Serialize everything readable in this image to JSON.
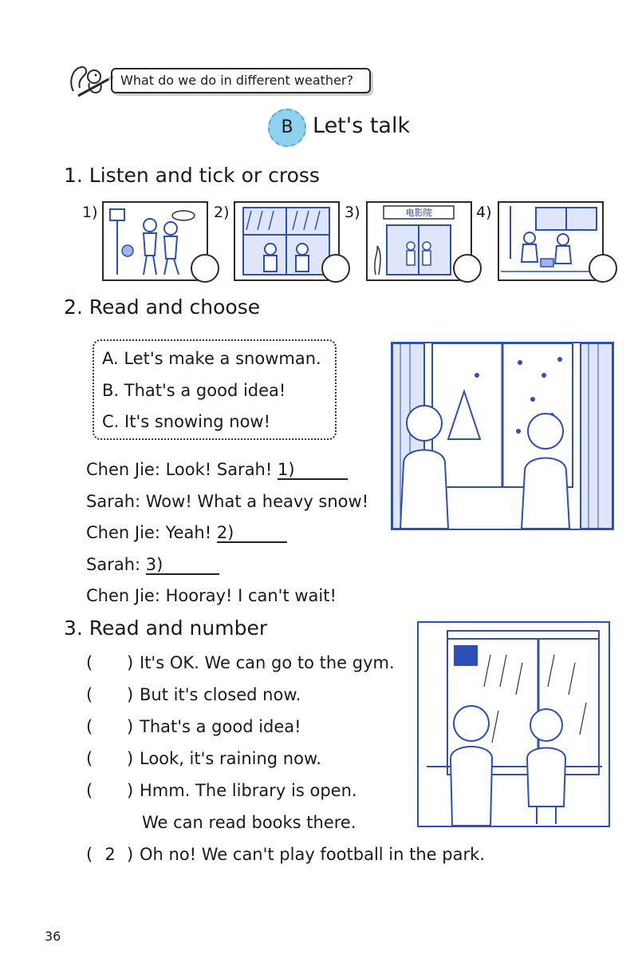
{
  "header": {
    "title": "What do we do in different weather?"
  },
  "section": {
    "badge": "B",
    "title": "Let's talk"
  },
  "part1": {
    "heading": "1. Listen and tick or cross",
    "items": [
      {
        "num": "1)"
      },
      {
        "num": "2)"
      },
      {
        "num": "3)",
        "sign": "电影院"
      },
      {
        "num": "4)"
      }
    ]
  },
  "part2": {
    "heading": "2. Read and choose",
    "options": [
      "A. Let's make a snowman.",
      "B. That's a good idea!",
      "C. It's snowing now!"
    ],
    "dialogue": [
      {
        "text": "Chen Jie: Look! Sarah! ",
        "blank": "1)"
      },
      {
        "text": "Sarah: Wow! What a heavy snow!",
        "blank": ""
      },
      {
        "text": "Chen Jie: Yeah! ",
        "blank": "2)"
      },
      {
        "text": "Sarah: ",
        "blank": "3)"
      },
      {
        "text": "Chen Jie: Hooray! I can't wait!",
        "blank": ""
      }
    ]
  },
  "part3": {
    "heading": "3. Read and number",
    "rows": [
      {
        "open": "(",
        "num": "",
        "close": ")",
        "text": "It's OK. We can go to the gym."
      },
      {
        "open": "(",
        "num": "",
        "close": ")",
        "text": "But it's closed now."
      },
      {
        "open": "(",
        "num": "",
        "close": ")",
        "text": "That's a good idea!"
      },
      {
        "open": "(",
        "num": "",
        "close": ")",
        "text": "Look, it's raining now."
      },
      {
        "open": "(",
        "num": "",
        "close": ")",
        "text": "Hmm. The library is open."
      },
      {
        "open": "",
        "num": "",
        "close": "",
        "text": "We can read books there."
      },
      {
        "open": "(",
        "num": "2",
        "close": ")",
        "text": "Oh no! We can't play football in the park."
      }
    ]
  },
  "page": {
    "number": "36"
  },
  "icons": {
    "squirrel": "squirrel-icon",
    "answer_circle": "circle-answer-icon"
  },
  "colors": {
    "accent": "#8fd2ef",
    "ink": "#1a1a1a",
    "illustration_blue": "#2f4fb8"
  }
}
